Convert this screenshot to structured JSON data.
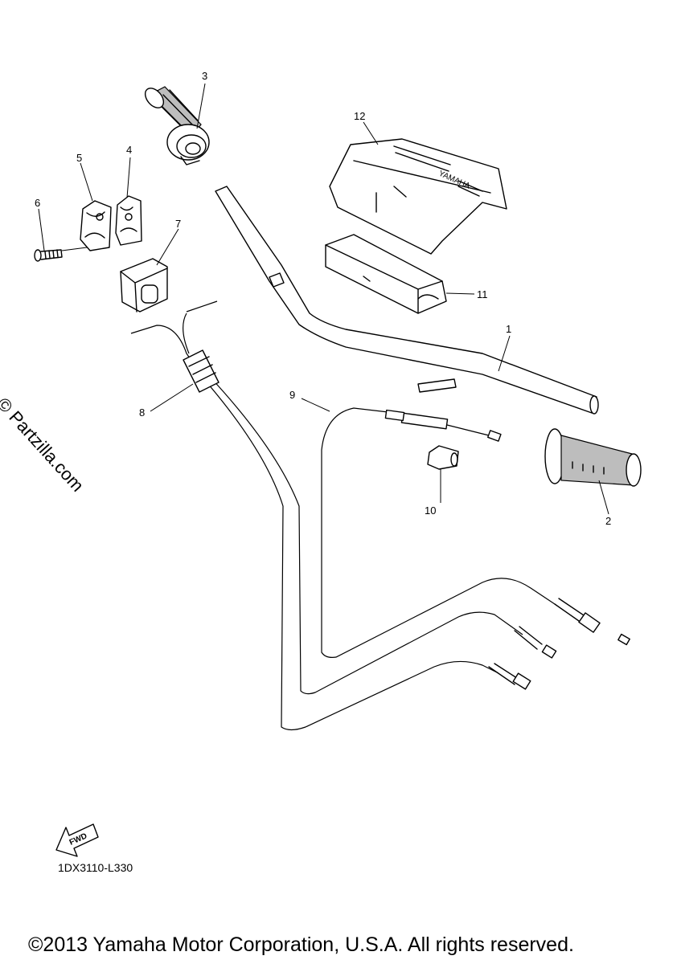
{
  "watermark": "© Partzilla.com",
  "callouts": [
    "1",
    "2",
    "3",
    "4",
    "5",
    "6",
    "7",
    "8",
    "9",
    "10",
    "11",
    "12"
  ],
  "fwd_label": "FWD",
  "cover_text": "YAMAHA",
  "diagram_code": "1DX3110-L330",
  "copyright": "©2013 Yamaha Motor Corporation, U.S.A. All rights reserved."
}
